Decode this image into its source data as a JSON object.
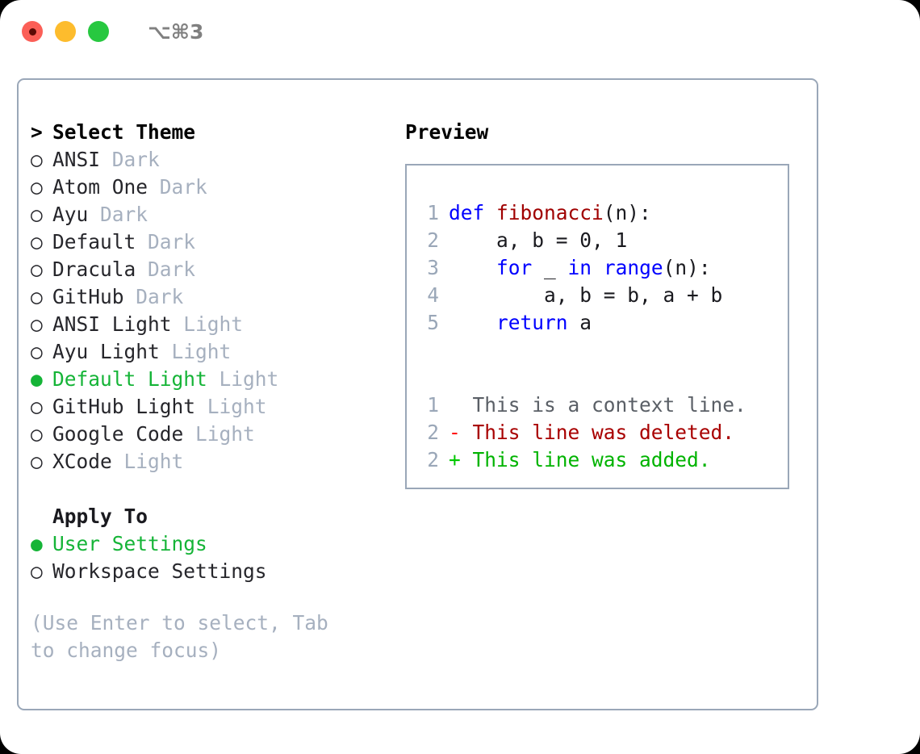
{
  "window": {
    "traffic_lights": [
      "close",
      "minimize",
      "zoom"
    ],
    "shortcut": "⌥⌘3",
    "colors": {
      "red": "#fb5f57",
      "yellow": "#fdbc2d",
      "green": "#27c840",
      "border": "#9aa7b8",
      "accent_green": "#15b437",
      "muted": "#a6b0bf"
    }
  },
  "theme_list": {
    "header": "Select Theme",
    "header_marker": ">",
    "marker_unselected": "○",
    "marker_selected": "●",
    "items": [
      {
        "name": "ANSI",
        "tag": "Dark",
        "selected": false
      },
      {
        "name": "Atom One",
        "tag": "Dark",
        "selected": false
      },
      {
        "name": "Ayu",
        "tag": "Dark",
        "selected": false
      },
      {
        "name": "Default",
        "tag": "Dark",
        "selected": false
      },
      {
        "name": "Dracula",
        "tag": "Dark",
        "selected": false
      },
      {
        "name": "GitHub",
        "tag": "Dark",
        "selected": false
      },
      {
        "name": "ANSI Light",
        "tag": "Light",
        "selected": false
      },
      {
        "name": "Ayu Light",
        "tag": "Light",
        "selected": false
      },
      {
        "name": "Default Light",
        "tag": "Light",
        "selected": true
      },
      {
        "name": "GitHub Light",
        "tag": "Light",
        "selected": false
      },
      {
        "name": "Google Code",
        "tag": "Light",
        "selected": false
      },
      {
        "name": "XCode",
        "tag": "Light",
        "selected": false
      }
    ]
  },
  "apply_to": {
    "title": "Apply To",
    "items": [
      {
        "name": "User Settings",
        "selected": true
      },
      {
        "name": "Workspace Settings",
        "selected": false
      }
    ]
  },
  "hint": "(Use Enter to select, Tab to change focus)",
  "preview": {
    "title": "Preview",
    "code_lines": [
      {
        "no": "1",
        "tokens": [
          {
            "t": "def ",
            "c": "kw"
          },
          {
            "t": "fibonacci",
            "c": "fn"
          },
          {
            "t": "(n):",
            "c": "pl"
          }
        ]
      },
      {
        "no": "2",
        "tokens": [
          {
            "t": "    a, b = 0, 1",
            "c": "pl"
          }
        ]
      },
      {
        "no": "3",
        "tokens": [
          {
            "t": "    ",
            "c": "pl"
          },
          {
            "t": "for",
            "c": "kw"
          },
          {
            "t": " _ ",
            "c": "pl"
          },
          {
            "t": "in",
            "c": "kw"
          },
          {
            "t": " ",
            "c": "pl"
          },
          {
            "t": "range",
            "c": "kw"
          },
          {
            "t": "(n):",
            "c": "pl"
          }
        ]
      },
      {
        "no": "4",
        "tokens": [
          {
            "t": "        a, b = b, a + b",
            "c": "pl"
          }
        ]
      },
      {
        "no": "5",
        "tokens": [
          {
            "t": "    ",
            "c": "pl"
          },
          {
            "t": "return",
            "c": "kw"
          },
          {
            "t": " a",
            "c": "pl"
          }
        ]
      }
    ],
    "diff_lines": [
      {
        "no": "1",
        "sign": " ",
        "text": "This is a context line.",
        "kind": "context"
      },
      {
        "no": "2",
        "sign": "-",
        "text": "This line was deleted.",
        "kind": "deleted"
      },
      {
        "no": "2",
        "sign": "+",
        "text": "This line was added.",
        "kind": "added"
      }
    ]
  }
}
